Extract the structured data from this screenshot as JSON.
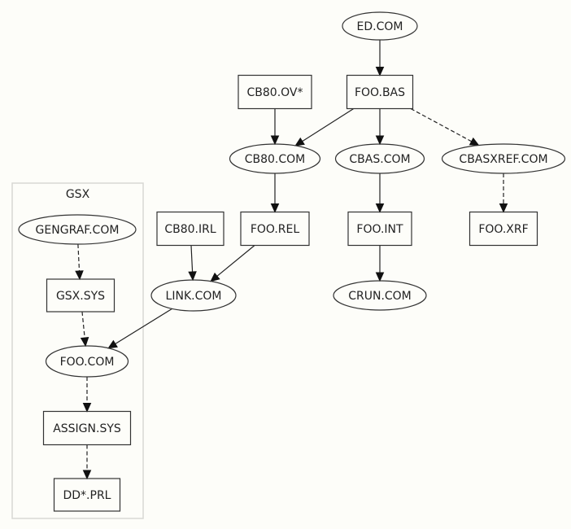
{
  "graph": {
    "cluster": {
      "id": "gsx",
      "label": "GSX"
    },
    "nodes": [
      {
        "id": "ed_com",
        "label": "ED.COM",
        "shape": "ellipse"
      },
      {
        "id": "cb80_ov",
        "label": "CB80.OV*",
        "shape": "box"
      },
      {
        "id": "foo_bas",
        "label": "FOO.BAS",
        "shape": "box"
      },
      {
        "id": "cb80_com",
        "label": "CB80.COM",
        "shape": "ellipse"
      },
      {
        "id": "cbas_com",
        "label": "CBAS.COM",
        "shape": "ellipse"
      },
      {
        "id": "cbasxref_com",
        "label": "CBASXREF.COM",
        "shape": "ellipse"
      },
      {
        "id": "gengraf_com",
        "label": "GENGRAF.COM",
        "shape": "ellipse",
        "cluster": "gsx"
      },
      {
        "id": "cb80_irl",
        "label": "CB80.IRL",
        "shape": "box"
      },
      {
        "id": "foo_rel",
        "label": "FOO.REL",
        "shape": "box"
      },
      {
        "id": "foo_int",
        "label": "FOO.INT",
        "shape": "box"
      },
      {
        "id": "foo_xrf",
        "label": "FOO.XRF",
        "shape": "box"
      },
      {
        "id": "gsx_sys",
        "label": "GSX.SYS",
        "shape": "box",
        "cluster": "gsx"
      },
      {
        "id": "link_com",
        "label": "LINK.COM",
        "shape": "ellipse"
      },
      {
        "id": "crun_com",
        "label": "CRUN.COM",
        "shape": "ellipse"
      },
      {
        "id": "foo_com",
        "label": "FOO.COM",
        "shape": "ellipse",
        "cluster": "gsx"
      },
      {
        "id": "assign_sys",
        "label": "ASSIGN.SYS",
        "shape": "box",
        "cluster": "gsx"
      },
      {
        "id": "dd_prl",
        "label": "DD*.PRL",
        "shape": "box",
        "cluster": "gsx"
      }
    ],
    "edges": [
      {
        "from": "ed_com",
        "to": "foo_bas",
        "style": "solid"
      },
      {
        "from": "cb80_ov",
        "to": "cb80_com",
        "style": "solid"
      },
      {
        "from": "foo_bas",
        "to": "cb80_com",
        "style": "solid"
      },
      {
        "from": "foo_bas",
        "to": "cbas_com",
        "style": "solid"
      },
      {
        "from": "foo_bas",
        "to": "cbasxref_com",
        "style": "dashed"
      },
      {
        "from": "cb80_com",
        "to": "foo_rel",
        "style": "solid"
      },
      {
        "from": "cbas_com",
        "to": "foo_int",
        "style": "solid"
      },
      {
        "from": "cbasxref_com",
        "to": "foo_xrf",
        "style": "dashed"
      },
      {
        "from": "foo_int",
        "to": "crun_com",
        "style": "solid"
      },
      {
        "from": "cb80_irl",
        "to": "link_com",
        "style": "solid"
      },
      {
        "from": "foo_rel",
        "to": "link_com",
        "style": "solid"
      },
      {
        "from": "link_com",
        "to": "foo_com",
        "style": "solid"
      },
      {
        "from": "gengraf_com",
        "to": "gsx_sys",
        "style": "dashed"
      },
      {
        "from": "gsx_sys",
        "to": "foo_com",
        "style": "dashed"
      },
      {
        "from": "foo_com",
        "to": "assign_sys",
        "style": "dashed"
      },
      {
        "from": "assign_sys",
        "to": "dd_prl",
        "style": "dashed"
      }
    ]
  }
}
